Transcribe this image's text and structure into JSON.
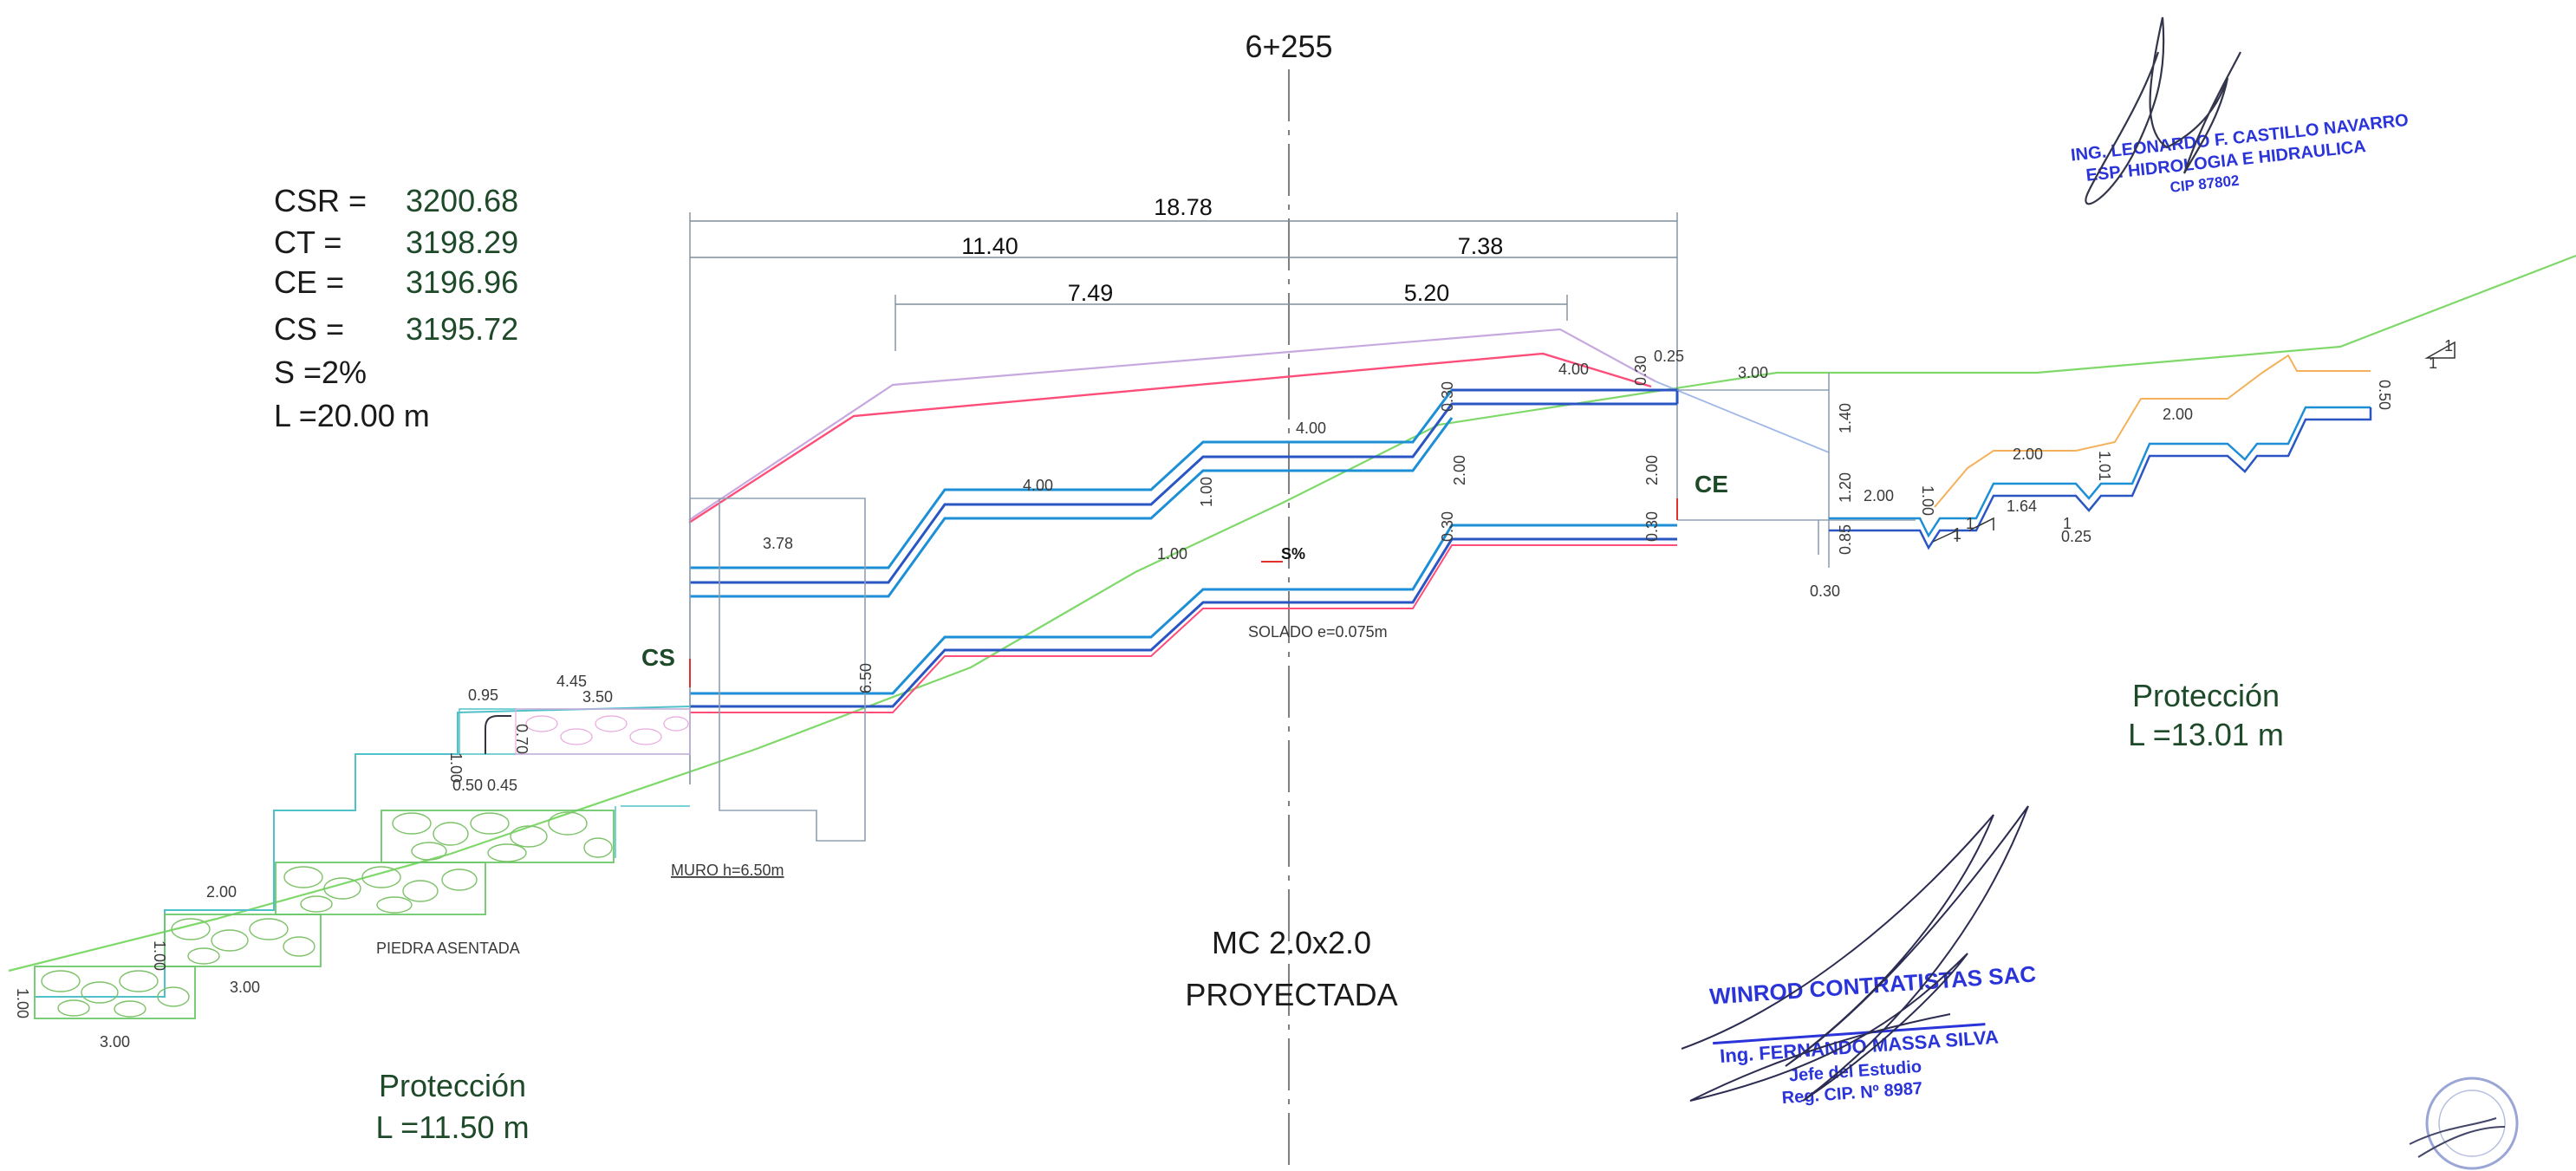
{
  "station": "6+255",
  "levels": [
    {
      "label": "CSR =",
      "value": "3200.68"
    },
    {
      "label": "CT  =",
      "value": "3198.29"
    },
    {
      "label": "CE  =",
      "value": "3196.96"
    },
    {
      "label": "CS  =",
      "value": "3195.72"
    }
  ],
  "slope": "S  =2%",
  "length": "L  =20.00 m",
  "dims": {
    "total": "18.78",
    "left": "11.40",
    "right": "7.38",
    "inner_left": "7.49",
    "inner_right": "5.20"
  },
  "small_dims": {
    "d1": "3.78",
    "d2": "4.00",
    "d3": "1.00",
    "d4": "1.00",
    "d5": "4.00",
    "d6": "0.30",
    "d7": "4.00",
    "d8": "0.30",
    "d9": "0.25",
    "d10": "3.00",
    "d11": "2.00",
    "d12": "2.00",
    "d13": "0.30",
    "d14": "0.30",
    "d15": "1.40",
    "d16": "1.20",
    "d17": "0.85",
    "d18": "0.30",
    "d19": "6.50",
    "d20": "4.45",
    "d21": "3.50",
    "d22": "0.95",
    "d23": "1.00",
    "d24": "0.70",
    "d25": "0.50",
    "d26": "0.45",
    "d27": "2.00",
    "d28": "1.00",
    "d29": "3.00",
    "d30": "1.00",
    "d31": "3.00",
    "r1": "2.00",
    "r2": "1.00",
    "r3": "1.64",
    "r4": "2.00",
    "r5": "1.01",
    "r6": "0.25",
    "r7": "2.00",
    "r8": "0.50",
    "r9": "1",
    "r10": "1",
    "r11": "1",
    "r12": "1",
    "r13": "1"
  },
  "labels": {
    "cs": "CS",
    "ce": "CE",
    "slope_pct": "S%",
    "solado": "SOLADO  e=0.075m",
    "muro": "MURO h=6.50m",
    "piedra": "PIEDRA  ASENTADA"
  },
  "culvert": {
    "line1": "MC 2.0x2.0",
    "line2": "PROYECTADA"
  },
  "protection_left": {
    "title": "Protección",
    "length": "L =11.50 m"
  },
  "protection_right": {
    "title": "Protección",
    "length": "L =13.01 m"
  },
  "stamp_engineer": {
    "line1": "ING. LEONARDO F. CASTILLO NAVARRO",
    "line2": "ESP. HIDROLOGIA E HIDRAULICA",
    "line3": "CIP 87802"
  },
  "stamp_company": {
    "line1": "WINROD CONTRATISTAS SAC",
    "line2": "Ing. FERNANDO MASSA SILVA",
    "line3": "Jefe del Estudio",
    "line4": "Reg. CIP. Nº 8987"
  },
  "colors": {
    "channel": "#1d8fd6",
    "channel_dark": "#2a56c4",
    "terrain": "#7fd86a",
    "road": "#ff4d7a",
    "road_upper": "#c7a8e0",
    "riprap": "#7ec26a",
    "stamp": "#2a34d9"
  }
}
